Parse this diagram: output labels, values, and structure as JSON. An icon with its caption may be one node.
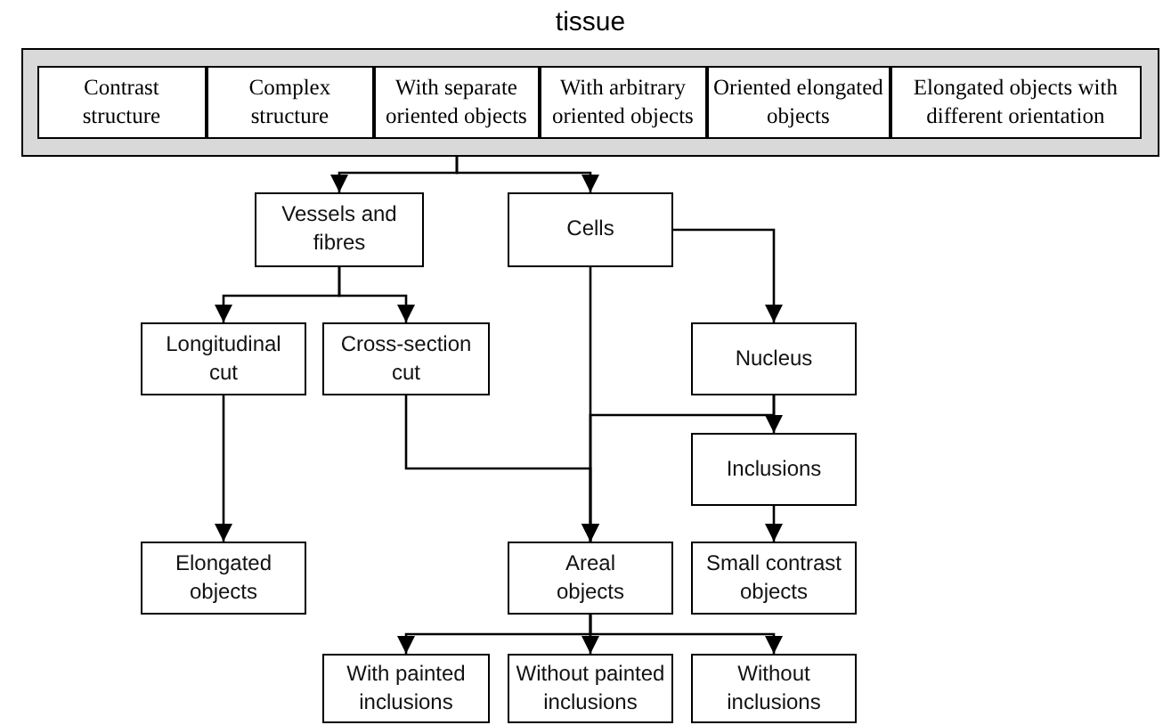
{
  "diagram": {
    "nodes": [
      {
        "text": [
          "tissue"
        ]
      },
      {
        "text": [
          "Contrast structure"
        ],
        "in": 0
      },
      {
        "text": [
          "Complex structure"
        ],
        "in": 0
      },
      {
        "text": [
          "With separate oriented objects"
        ],
        "in": 0
      },
      {
        "text": [
          "With arbitrary oriented objects"
        ],
        "in": 0
      },
      {
        "text": [
          "Oriented elongated objects"
        ],
        "in": 0
      },
      {
        "text": [
          "Elongated objects with different orientation"
        ],
        "in": 0
      },
      {
        "text": [
          "Vessels and fibres"
        ]
      },
      {
        "text": [
          "Cells"
        ]
      },
      {
        "text": [
          "Longitudinal cut"
        ]
      },
      {
        "text": [
          "Cross-section cut"
        ]
      },
      {
        "text": [
          "Nucleus"
        ]
      },
      {
        "text": [
          "Inclusions"
        ]
      },
      {
        "text": [
          "Elongated objects"
        ]
      },
      {
        "text": [
          "Areal objects"
        ]
      },
      {
        "text": [
          "Small contrast objects"
        ]
      },
      {
        "text": [
          "With painted inclusions"
        ]
      },
      {
        "text": [
          "Without painted inclusions"
        ]
      },
      {
        "text": [
          "Without inclusions"
        ]
      }
    ],
    "edges": [
      {
        "from": 3,
        "to": 7,
        "arrow": "to"
      },
      {
        "from": 3,
        "to": 8,
        "arrow": "to"
      },
      {
        "from": 7,
        "to": 9,
        "arrow": "to"
      },
      {
        "from": 7,
        "to": 10,
        "arrow": "to"
      },
      {
        "from": 8,
        "to": 11,
        "arrow": "to"
      },
      {
        "from": 8,
        "to": 14,
        "arrow": "to"
      },
      {
        "from": 10,
        "to": 14,
        "arrow": "to"
      },
      {
        "from": 11,
        "to": 14,
        "arrow": "to"
      },
      {
        "from": 11,
        "to": 12,
        "arrow": "to"
      },
      {
        "from": 12,
        "to": 15,
        "arrow": "to"
      },
      {
        "from": 9,
        "to": 13,
        "arrow": "to"
      },
      {
        "from": 14,
        "to": 16,
        "arrow": "to"
      },
      {
        "from": 14,
        "to": 17,
        "arrow": "to"
      },
      {
        "from": 14,
        "to": 18,
        "arrow": "to"
      }
    ]
  }
}
